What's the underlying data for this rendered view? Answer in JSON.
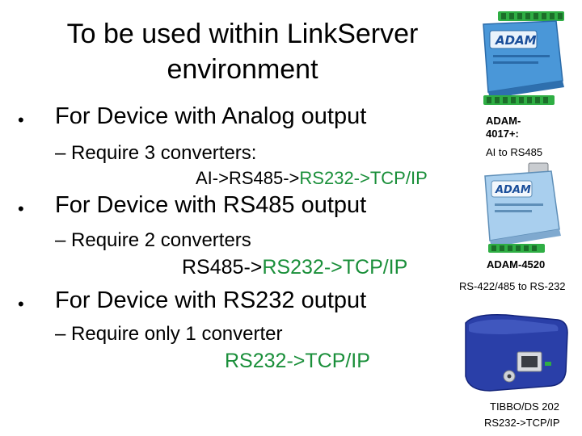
{
  "title": {
    "line1": "To be used within LinkServer",
    "line2": "environment"
  },
  "sections": [
    {
      "bullet": "For Device with Analog output",
      "sub": "– Require 3 converters:",
      "seq_prefix": "AI->RS485->",
      "seq_highlight": "RS232->TCP/IP"
    },
    {
      "bullet": "For Device with RS485 output",
      "sub": "– Require 2 converters",
      "seq_prefix": "RS485->",
      "seq_highlight": "RS232->TCP/IP"
    },
    {
      "bullet": "For Device with RS232 output",
      "sub": "– Require only 1 converter",
      "seq_highlight": "RS232->TCP/IP"
    }
  ],
  "devices": [
    {
      "name_line1": "ADAM-",
      "name_line2": "4017+:",
      "desc": "AI to RS485",
      "logo": "ADAM"
    },
    {
      "name": "ADAM-4520",
      "desc": "RS-422/485 to RS-232",
      "logo": "ADAM"
    },
    {
      "name": "TIBBO/DS 202",
      "desc": "RS232->TCP/IP"
    }
  ],
  "icons": {
    "bullet": "•"
  },
  "colors": {
    "highlight": "#1a8f3a",
    "adam_blue": "#3a8ad0",
    "tibbo_blue": "#1f3aa8",
    "terminal_green": "#2fae44"
  }
}
